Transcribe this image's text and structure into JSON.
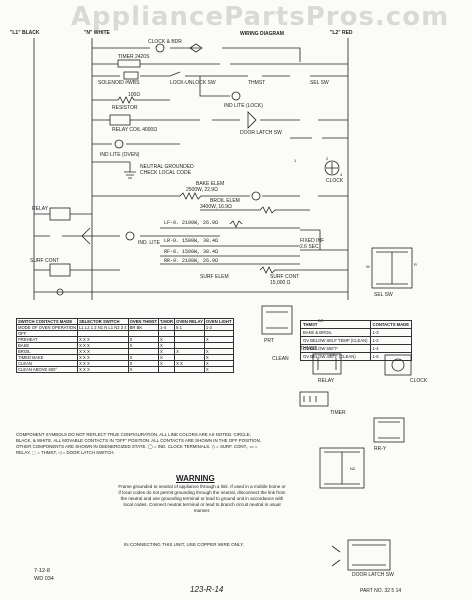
{
  "watermark": "AppliancePartsPros.com",
  "header": {
    "l1": "\"L1\" BLACK",
    "n": "\"N\" WHITE",
    "title": "WIRING DIAGRAM",
    "l2": "\"L2\" RED"
  },
  "ladder": {
    "clock_bdr": "CLOCK & BDR",
    "timer": "TIMER 2420S",
    "solenoid": "SOLENOID #WBS",
    "lock_unlock": "LOCK-UNLOCK SW",
    "thmst": "THMST",
    "sel_sw": "SEL SW",
    "ind_lite_lock": "IND LITE (LOCK)",
    "ohm": "100Ω",
    "resistor": "RESISTOR",
    "relay_coil": "RELAY COIL 4000Ω",
    "door_latch": "DOOR LATCH SW",
    "ind_lite_oven": "IND LITE (OVEN)",
    "ground_note1": "NEUTRAL GROUNDED",
    "ground_note2": "CHECK LOCAL CODE",
    "bake_elem": "BAKE ELEM",
    "bake_rating": "2500W, 22.9Ω",
    "broil_elem": "BROIL ELEM",
    "broil_rating": "3400W, 16.9Ω",
    "relay": "RELAY",
    "ind_lite": "IND. LITE",
    "surf_cont": "SURF CONT",
    "lf": "LF-0. 2100W, 26.9Ω",
    "lr": "LR-0. 1500W, 38.4Ω",
    "rf": "RF-0. 1500W, 38.4Ω",
    "rr": "RR-0. 2100W, 26.9Ω",
    "fixed_inf": "FIXED INF",
    "fixed_inf2": "2.6 SEC",
    "surf_elem": "SURF ELEM",
    "surf_cont2": "SURF CONT",
    "surf_cont3": "15,000 Ω",
    "clock_lbl": "CLOCK"
  },
  "switch_table": {
    "rows": [
      [
        "SWITCH CONTACTS MADE",
        "SELECTOR SWITCH",
        "OVEN THMST",
        "T.MOR",
        "OVEN RELAY",
        "OVEN LIGHT"
      ],
      [
        "MODE OF OVEN OPERATION",
        "L1 L2 1 2 N1 N L1 N2 3 4",
        "BR BK",
        "1-4",
        "8 1",
        "1-2"
      ],
      [
        "OFF",
        "",
        "",
        "",
        "",
        ""
      ],
      [
        "PREHEAT",
        "X X X",
        "X",
        "X",
        "",
        "X"
      ],
      [
        "BAKE",
        "X X X",
        "X",
        "X",
        "",
        ""
      ],
      [
        "BROIL",
        "X X X",
        "",
        "X",
        "X",
        "X"
      ],
      [
        "TIMED BAKE",
        "X X X",
        "X",
        "X",
        "",
        "X"
      ],
      [
        "CLEAN",
        "X X X",
        "X",
        "X",
        "X X",
        "X"
      ],
      [
        "CLEAN ABOVE 600°",
        "X X X",
        "X",
        "",
        "",
        "X"
      ]
    ]
  },
  "contacts_table": {
    "rows": [
      [
        "THMST",
        "CONTACTS MADE"
      ],
      [
        "BAKE & BROIL",
        "1-3"
      ],
      [
        "OV BELOW SELF TEMP (CLEAN)",
        "1-2"
      ],
      [
        "OV BELOW 550°F",
        "1-4"
      ],
      [
        "OV BELOW 400°F (CLEAN)",
        "1-5"
      ]
    ]
  },
  "component_note": "COMPONENT SYMBOLS DO NOT REFLECT TRUE CONFIGURATION. ALL LINE COLORS ARE AS NOTED. CIRCLE, BLACK, & WHITE. ALL MOVABLE CONTACTS IN \"OFF\" POSITION. ALL CONTACTS ARE SHOWN IN THE OFF POSITION. OTHER COMPONENTS ARE SHOWN IN DEENERGIZED STATE. ◯ = IND. CLOCK TERMINALS. ◇ = SURF. CONT., ▭ = RELAY, ⬚ = THMST, ◁ = DOOR LATCH SWITCH.",
  "warning": {
    "title": "WARNING",
    "text": "Frame grounded to neutral of appliance through a link. If used in a mobile home or if local codes do not permit grounding through the neutral, disconnect the link from the neutral and use grounding terminal or lead to ground unit in accordance with local codes. Connect neutral terminal or lead to branch circuit neutral in usual manner.",
    "copper": "IN CONNECTING THIS UNIT, USE COPPER WIRE ONLY."
  },
  "footer": {
    "code1": "7-12-8",
    "code2": "WD 034",
    "handwriting": "123-R-14",
    "part_no": "PART NO. 32 5 14"
  },
  "components": {
    "sel_sw": "SEL SW",
    "thmst": "THMST",
    "clock": "CLOCK",
    "timer": "TIMER",
    "relay": "RELAY",
    "door_latch": "DOOR LATCH SW",
    "rr_y": "RR-Y",
    "prt": "PRT",
    "clean": "CLEAN"
  }
}
